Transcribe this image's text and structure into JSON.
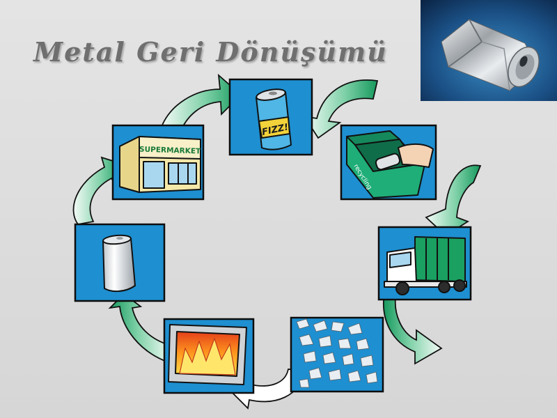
{
  "title": "Metal Geri Dönüşümü",
  "labels": {
    "can_brand": "FIZZ!",
    "store_sign": "SUPERMARKET",
    "bin_text": "recycling"
  },
  "stages": [
    {
      "id": "store",
      "icon": "supermarket-icon"
    },
    {
      "id": "can",
      "icon": "soda-can-icon"
    },
    {
      "id": "bin",
      "icon": "recycling-bin-icon"
    },
    {
      "id": "truck",
      "icon": "garbage-truck-icon"
    },
    {
      "id": "shreds",
      "icon": "shredded-metal-icon"
    },
    {
      "id": "furnace",
      "icon": "furnace-fire-icon"
    },
    {
      "id": "new_can",
      "icon": "blank-can-icon"
    }
  ],
  "colors": {
    "tile": "#1e8fd0",
    "arrow_green": "#22a56a",
    "title": "#6f6f6f"
  }
}
